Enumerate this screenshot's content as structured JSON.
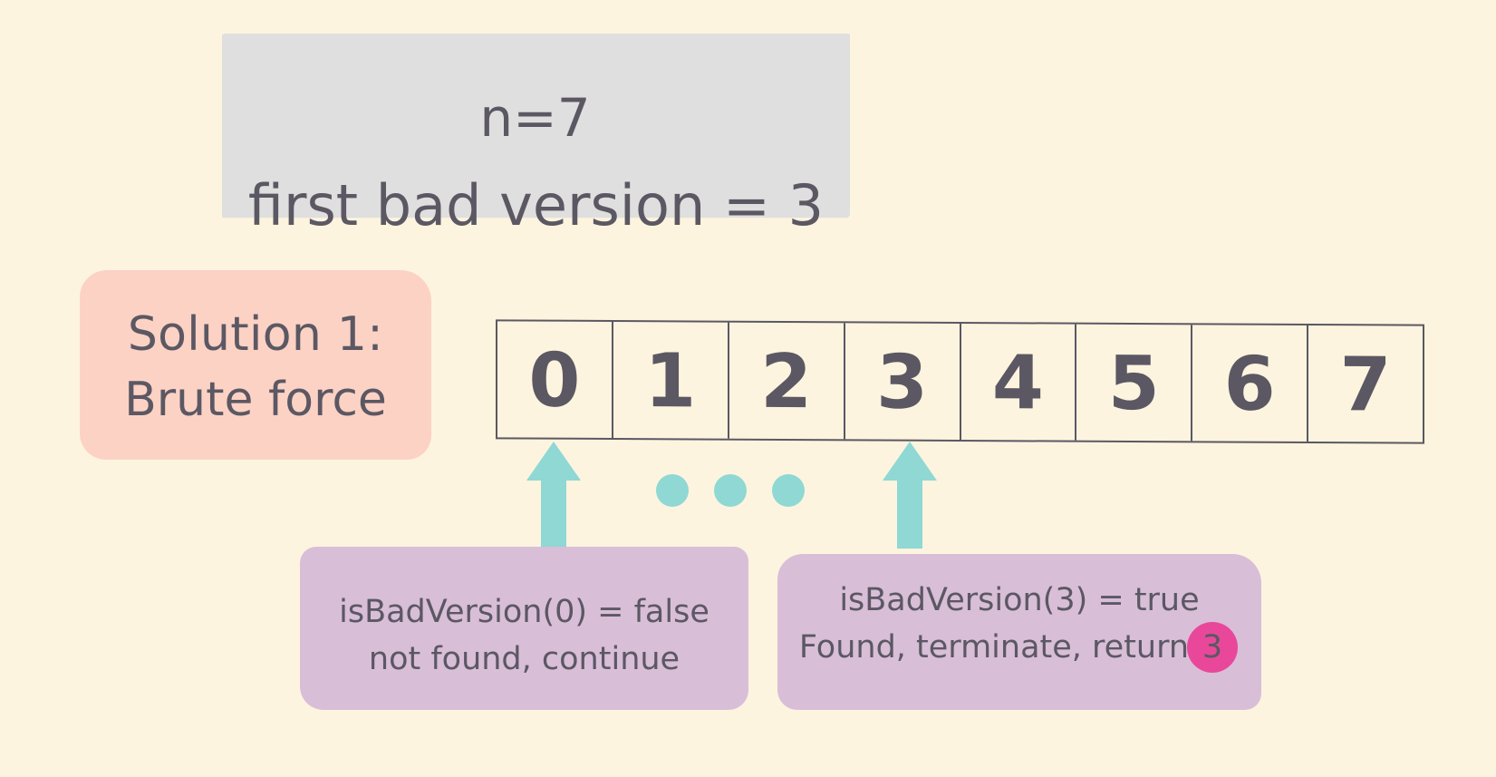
{
  "header": {
    "n_label": "n=7",
    "first_bad_label": "first bad version = 3"
  },
  "solution": {
    "line1": "Solution 1:",
    "line2": "Brute force"
  },
  "array": {
    "cells": [
      "0",
      "1",
      "2",
      "3",
      "4",
      "5",
      "6",
      "7"
    ]
  },
  "callouts": {
    "left": {
      "line1": "isBadVersion(0) = false",
      "line2": "not found, continue"
    },
    "right": {
      "line1": "isBadVersion(3) = true",
      "line2": "Found, terminate, return",
      "badge_value": "3"
    }
  },
  "colors": {
    "background": "#fdf4df",
    "title_card": "#e0dfdf",
    "solution_card": "#fcd2c5",
    "callout": "#d9bed8",
    "arrow": "#8fd8d4",
    "badge": "#e9489a",
    "text": "#5b5863"
  },
  "icons": {
    "pointer_arrow": "arrow-up-icon",
    "ellipsis": "ellipsis-icon"
  }
}
